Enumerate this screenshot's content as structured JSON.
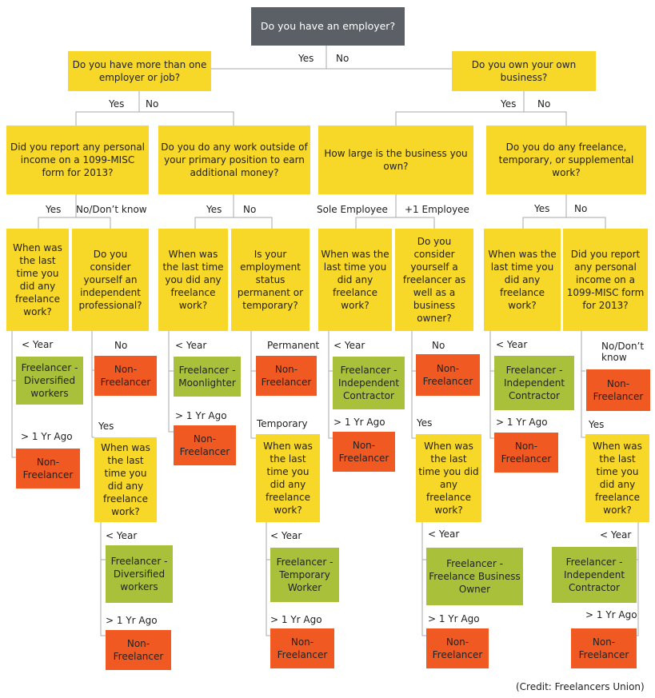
{
  "root": "Do you have an employer?",
  "a": {
    "q": "Do you have more than one employer or job?",
    "a1": {
      "q": "Did you report any personal income on a 1099-MISC form for 2013?",
      "a1": {
        "q": "When was the last time you did any freelance work?",
        "fl": "Freelancer - Diversified workers",
        "nf": "Non-Freelancer"
      },
      "a2": {
        "q": "Do you consider yourself an independent professional?",
        "nf": "Non-Freelancer",
        "q2": "When was the last time you did any freelance work?",
        "fl": "Freelancer - Diversified workers",
        "nf2": "Non-Freelancer"
      }
    },
    "a2": {
      "q": "Do you do any work outside of your primary position to earn additional money?",
      "b1": {
        "q": "When was the last time you did any freelance work?",
        "fl": "Freelancer - Moonlighter",
        "nf": "Non-Freelancer"
      },
      "b2": {
        "q": "Is your employment status permanent or temporary?",
        "nf": "Non-Freelancer",
        "q2": "When was the last time you did any freelance work?",
        "fl": "Freelancer - Temporary Worker",
        "nf2": "Non-Freelancer"
      }
    }
  },
  "b": {
    "q": "Do you own your own business?",
    "b1": {
      "q": "How large is the business you own?",
      "c1": {
        "q": "When was the last time you did any freelance work?",
        "fl": "Freelancer - Independent Contractor",
        "nf": "Non-Freelancer"
      },
      "c2": {
        "q": "Do you consider yourself a freelancer as well as a business owner?",
        "nf": "Non-Freelancer",
        "q2": "When was the last time you did any freelance work?",
        "fl": "Freelancer - Freelance Business Owner",
        "nf2": "Non-Freelancer"
      }
    },
    "b2": {
      "q": "Do you do any freelance, temporary, or supplemental work?",
      "d1": {
        "q": "When was the last time you did any freelance work?",
        "fl": "Freelancer - Independent Contractor",
        "nf": "Non-Freelancer"
      },
      "d2": {
        "q": "Did you report any personal income on a 1099-MISC form for 2013?",
        "nf": "Non-Freelancer",
        "q2": "When was the last time you did any freelance work?",
        "fl": "Freelancer - Independent Contractor",
        "nf2": "Non-Freelancer"
      }
    }
  },
  "labels": {
    "yes": "Yes",
    "no": "No",
    "no_dont_know": "No/Don’t know",
    "no_dont_know_wrapped": "No/Don’t\nknow",
    "lt_year": "< Year",
    "gt_1yr": "> 1 Yr Ago",
    "sole_employee": "Sole Employee",
    "plus1_employee": "+1 Employee",
    "permanent": "Permanent",
    "temporary": "Temporary"
  },
  "credit": "(Credit: Freelancers Union)",
  "colors": {
    "question": "#f7d728",
    "root": "#5b6066",
    "freelancer": "#a9c13a",
    "non_freelancer": "#f05a22",
    "connector": "#aaaaaa"
  }
}
